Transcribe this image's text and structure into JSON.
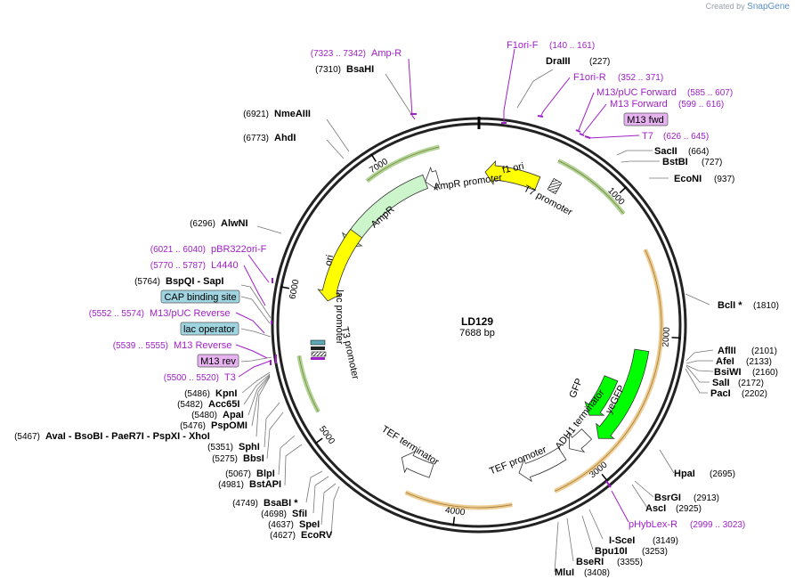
{
  "credit": {
    "prefix": "Created by",
    "brand": "SnapGene"
  },
  "plasmid": {
    "name": "LD129",
    "length": "7688 bp",
    "total_bp": 7688
  },
  "ticks": [
    {
      "bp": 1000,
      "label": "1000"
    },
    {
      "bp": 2000,
      "label": "2000"
    },
    {
      "bp": 3000,
      "label": "3000"
    },
    {
      "bp": 4000,
      "label": "4000"
    },
    {
      "bp": 5000,
      "label": "5000"
    },
    {
      "bp": 6000,
      "label": "6000"
    },
    {
      "bp": 7000,
      "label": "7000"
    }
  ],
  "features": [
    {
      "name": "AmpR",
      "start": 6420,
      "end": 7250,
      "strand": -1,
      "color": "#ccf5cc"
    },
    {
      "name": "AmpR promoter",
      "start": 7250,
      "end": 7355,
      "strand": -1,
      "color": "#ffffff"
    },
    {
      "name": "f1 ori",
      "start": 50,
      "end": 480,
      "strand": -1,
      "color": "#ffff00"
    },
    {
      "name": "ori",
      "start": 5960,
      "end": 6550,
      "strand": -1,
      "color": "#ffff00"
    },
    {
      "name": "GFP",
      "start": 2390,
      "end": 2760,
      "strand": 1,
      "color": "#00ff00",
      "radius": 160
    },
    {
      "name": "yeGFP",
      "start": 2110,
      "end": 2850,
      "strand": 1,
      "color": "#00ff00",
      "radius": 185
    },
    {
      "name": "ADH1 terminator",
      "start": 2890,
      "end": 3070,
      "strand": 1,
      "color": "#ffffff"
    },
    {
      "name": "TEF promoter",
      "start": 3140,
      "end": 3520,
      "strand": 1,
      "color": "#ffffff"
    },
    {
      "name": "TEF terminator",
      "start": 4230,
      "end": 4490,
      "strand": 1,
      "color": "#ffffff"
    }
  ],
  "outer_arcs": [
    {
      "start": 5160,
      "end": 5560,
      "color": "#6bb33c"
    },
    {
      "start": 6880,
      "end": 7420,
      "color": "#6bb33c"
    },
    {
      "start": 550,
      "end": 1120,
      "color": "#6bb33c"
    },
    {
      "start": 1400,
      "end": 3320,
      "color": "#e0a032"
    },
    {
      "start": 3620,
      "end": 4350,
      "color": "#e0a032"
    }
  ],
  "inner_labels": [
    {
      "text": "AmpR promoter"
    },
    {
      "text": "AmpR"
    },
    {
      "text": "f1 ori"
    },
    {
      "text": "T7 promoter"
    },
    {
      "text": "ori"
    },
    {
      "text": "lac promoter"
    },
    {
      "text": "T3 promoter"
    },
    {
      "text": "GFP"
    },
    {
      "text": "yeGFP"
    },
    {
      "text": "ADH1 terminator"
    },
    {
      "text": "TEF promoter"
    },
    {
      "text": "TEF terminator"
    }
  ],
  "boxed_features": [
    {
      "text": "M13 fwd",
      "color": "#e6b3f0"
    },
    {
      "text": "CAP binding site",
      "color": "#9fd4e0"
    },
    {
      "text": "lac operator",
      "color": "#9fd4e0"
    },
    {
      "text": "M13 rev",
      "color": "#e6b3f0"
    }
  ],
  "primers": [
    {
      "name": "Amp-R",
      "range": "(7323 .. 7342)"
    },
    {
      "name": "F1ori-F",
      "range": "(140 .. 161)"
    },
    {
      "name": "F1ori-R",
      "range": "(352 .. 371)"
    },
    {
      "name": "M13/pUC Forward",
      "range": "(585 .. 607)"
    },
    {
      "name": "M13 Forward",
      "range": "(599 .. 616)"
    },
    {
      "name": "T7",
      "range": "(626 .. 645)"
    },
    {
      "name": "pBR322ori-F",
      "range": "(6021 .. 6040)"
    },
    {
      "name": "L4440",
      "range": "(5770 .. 5787)"
    },
    {
      "name": "M13/pUC Reverse",
      "range": "(5552 .. 5574)"
    },
    {
      "name": "M13 Reverse",
      "range": "(5539 .. 5555)"
    },
    {
      "name": "T3",
      "range": "(5500 .. 5520)"
    },
    {
      "name": "pHybLex-R",
      "range": "(2999 .. 3023)"
    }
  ],
  "sites": [
    {
      "name": "BsaHI",
      "pos": "(7310)"
    },
    {
      "name": "NmeAIII",
      "pos": "(6921)"
    },
    {
      "name": "AhdI",
      "pos": "(6773)"
    },
    {
      "name": "AlwNI",
      "pos": "(6296)"
    },
    {
      "name": "BspQI - SapI",
      "pos": "(5764)"
    },
    {
      "name": "DraIII",
      "pos": "(227)"
    },
    {
      "name": "SacII",
      "pos": "(664)"
    },
    {
      "name": "BstBI",
      "pos": "(727)"
    },
    {
      "name": "EcoNI",
      "pos": "(937)"
    },
    {
      "name": "BclI *",
      "pos": "(1810)"
    },
    {
      "name": "AflII",
      "pos": "(2101)"
    },
    {
      "name": "AfeI",
      "pos": "(2133)"
    },
    {
      "name": "BsiWI",
      "pos": "(2160)"
    },
    {
      "name": "SalI",
      "pos": "(2172)"
    },
    {
      "name": "PacI",
      "pos": "(2202)"
    },
    {
      "name": "HpaI",
      "pos": "(2695)"
    },
    {
      "name": "BsrGI",
      "pos": "(2913)"
    },
    {
      "name": "AscI",
      "pos": "(2925)"
    },
    {
      "name": "I-SceI",
      "pos": "(3149)"
    },
    {
      "name": "Bpu10I",
      "pos": "(3253)"
    },
    {
      "name": "BseRI",
      "pos": "(3355)"
    },
    {
      "name": "MluI",
      "pos": "(3408)"
    },
    {
      "name": "KpnI",
      "pos": "(5486)"
    },
    {
      "name": "Acc65I",
      "pos": "(5482)"
    },
    {
      "name": "ApaI",
      "pos": "(5480)"
    },
    {
      "name": "PspOMI",
      "pos": "(5476)"
    },
    {
      "name": "AvaI - BsoBI - PaeR7I - PspXI - XhoI",
      "pos": "(5467)"
    },
    {
      "name": "SphI",
      "pos": "(5351)"
    },
    {
      "name": "BbsI",
      "pos": "(5275)"
    },
    {
      "name": "BlpI",
      "pos": "(5067)"
    },
    {
      "name": "BstAPI",
      "pos": "(4981)"
    },
    {
      "name": "BsaBI *",
      "pos": "(4749)"
    },
    {
      "name": "SfiI",
      "pos": "(4698)"
    },
    {
      "name": "SpeI",
      "pos": "(4637)"
    },
    {
      "name": "EcoRV",
      "pos": "(4627)"
    }
  ]
}
